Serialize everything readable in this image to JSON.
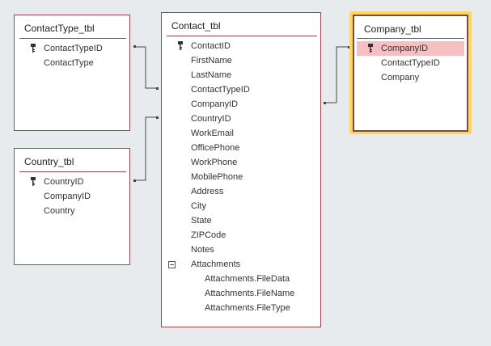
{
  "tables": [
    {
      "name": "ContactType_tbl",
      "fields": [
        {
          "label": "ContactTypeID",
          "primary_key": true
        },
        {
          "label": "ContactType"
        }
      ]
    },
    {
      "name": "Country_tbl",
      "fields": [
        {
          "label": "CountryID",
          "primary_key": true
        },
        {
          "label": "CompanyID"
        },
        {
          "label": "Country"
        }
      ]
    },
    {
      "name": "Contact_tbl",
      "fields": [
        {
          "label": "ContactID",
          "primary_key": true
        },
        {
          "label": "FirstName"
        },
        {
          "label": "LastName"
        },
        {
          "label": "ContactTypeID"
        },
        {
          "label": "CompanyID"
        },
        {
          "label": "CountryID"
        },
        {
          "label": "WorkEmail"
        },
        {
          "label": "OfficePhone"
        },
        {
          "label": "WorkPhone"
        },
        {
          "label": "MobilePhone"
        },
        {
          "label": "Address"
        },
        {
          "label": "City"
        },
        {
          "label": "State"
        },
        {
          "label": "ZIPCode"
        },
        {
          "label": "Notes"
        },
        {
          "label": "Attachments",
          "expanded": true
        },
        {
          "label": "Attachments.FileData",
          "sub": true
        },
        {
          "label": "Attachments.FileName",
          "sub": true
        },
        {
          "label": "Attachments.FileType",
          "sub": true
        }
      ]
    },
    {
      "name": "Company_tbl",
      "selected": true,
      "fields": [
        {
          "label": "CompanyID",
          "primary_key": true,
          "selected": true
        },
        {
          "label": "ContactTypeID"
        },
        {
          "label": "Company"
        }
      ]
    }
  ],
  "relationships": [
    {
      "from": "ContactType_tbl.ContactTypeID",
      "to": "Contact_tbl.ContactTypeID"
    },
    {
      "from": "Country_tbl.CountryID",
      "to": "Contact_tbl.CountryID"
    },
    {
      "from": "Contact_tbl.CompanyID",
      "to": "Company_tbl.CompanyID"
    }
  ],
  "colors": {
    "table_border": "#a0434a",
    "selection_outline": "#fcd669",
    "selected_field": "#f6c0c2",
    "canvas": "#e8ebee"
  }
}
